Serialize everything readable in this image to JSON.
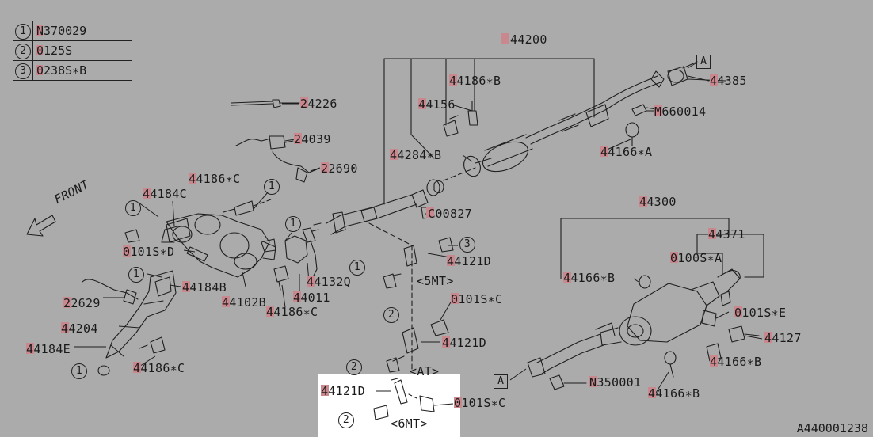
{
  "legend": [
    {
      "num": "1",
      "code": "N370029"
    },
    {
      "num": "2",
      "code": "0125S"
    },
    {
      "num": "3",
      "code": "0238S∗B"
    }
  ],
  "parts": {
    "p44200": "44200",
    "p44186b": "44186∗B",
    "p44156": "44156",
    "p44385": "44385",
    "pm660014": "M660014",
    "p24226": "24226",
    "p24039": "24039",
    "p44284b": "44284∗B",
    "p44166a": "44166∗A",
    "p22690": "22690",
    "p44186c_top": "44186∗C",
    "p44184c": "44184C",
    "pc00827": "C00827",
    "p44300": "44300",
    "p44371": "44371",
    "p0100sa": "0100S∗A",
    "p0101sd": "0101S∗D",
    "p44121d_a": "44121D",
    "p44184b": "44184B",
    "p44132q": "44132Q",
    "p44102b": "44102B",
    "p44011": "44011",
    "p44186c_mid": "44186∗C",
    "p22629": "22629",
    "p44204": "44204",
    "p44184e": "44184E",
    "p44186c_bot": "44186∗C",
    "p0101sc_a": "0101S∗C",
    "p44121d_b": "44121D",
    "p44166b_a": "44166∗B",
    "p0101se": "0101S∗E",
    "p44127": "44127",
    "p44166b_b": "44166∗B",
    "pn350001": "N350001",
    "p44166b_c": "44166∗B",
    "p44121d_c": "44121D",
    "p0101sc_b": "0101S∗C"
  },
  "notes": {
    "front": "FRONT",
    "mt5": "<5MT>",
    "at": "<AT>",
    "mt6": "<6MT>"
  },
  "callouts": {
    "c1": "1",
    "c2": "2",
    "c3": "3"
  },
  "connector": "A",
  "reference": "A440001238"
}
